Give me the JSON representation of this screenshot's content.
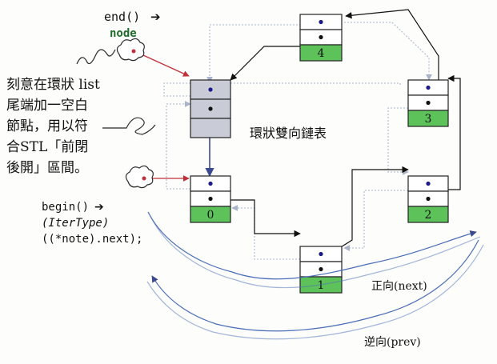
{
  "end_label": "end()",
  "end_arrow": "➔",
  "node_label": "node",
  "annotation_lines": [
    "刻意在環狀 list",
    "尾端加一空白",
    "節點，用以符",
    "合STL「前閉",
    "後開」區間。"
  ],
  "center_label": "環狀雙向鏈表",
  "begin_label": "begin()",
  "begin_arrow": "➔",
  "begin_code": [
    "(IterType)",
    "((*note).next);"
  ],
  "nodes": [
    {
      "id": "blank",
      "value": ""
    },
    {
      "id": "n0",
      "value": "0"
    },
    {
      "id": "n1",
      "value": "1"
    },
    {
      "id": "n2",
      "value": "2"
    },
    {
      "id": "n3",
      "value": "3"
    },
    {
      "id": "n4",
      "value": "4"
    }
  ],
  "forward_label": "正向(next)",
  "backward_label": "逆向(prev)",
  "colors": {
    "node_value_fill": "#5ec25a",
    "blank_node_fill": "#c9ccd6",
    "node_title": "#1d6b2a",
    "pointer_dot": "#1a1a8c",
    "node_pointer_red": "#c0303a",
    "prev_link": "#b9c2d6"
  }
}
